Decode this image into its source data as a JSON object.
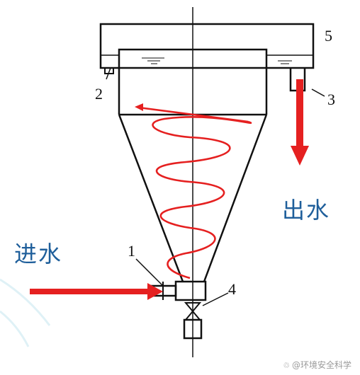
{
  "labels": {
    "inlet_text": "进水",
    "outlet_text": "出水",
    "part_1": "1",
    "part_2": "2",
    "part_3": "3",
    "part_4": "4",
    "part_5": "5"
  },
  "watermark": {
    "text": "@环境安全科学"
  },
  "colors": {
    "line": "#111111",
    "flow_arrow": "#e52020",
    "label_blue": "#1f5f9b",
    "light_arc": "#dff1f6"
  }
}
